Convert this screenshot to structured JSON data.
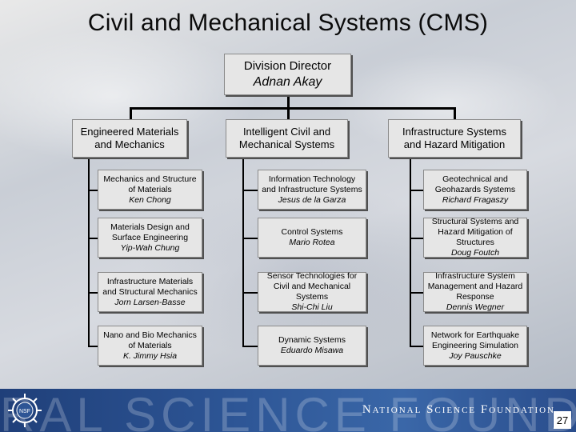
{
  "title": "Civil and Mechanical Systems (CMS)",
  "director": {
    "role": "Division Director",
    "name": "Adnan Akay"
  },
  "columns": [
    {
      "header": "Engineered Materials and Mechanics",
      "items": [
        {
          "label": "Mechanics and Structure of Materials",
          "person": "Ken Chong"
        },
        {
          "label": "Materials Design and Surface Engineering",
          "person": "Yip-Wah Chung"
        },
        {
          "label": "Infrastructure Materials and Structural Mechanics",
          "person": "Jorn Larsen-Basse"
        },
        {
          "label": "Nano and Bio Mechanics of Materials",
          "person": "K. Jimmy Hsia"
        }
      ]
    },
    {
      "header": "Intelligent Civil and Mechanical Systems",
      "items": [
        {
          "label": "Information Technology and Infrastructure Systems",
          "person": "Jesus de la Garza"
        },
        {
          "label": "Control Systems",
          "person": "Mario Rotea"
        },
        {
          "label": "Sensor Technologies for Civil and Mechanical Systems",
          "person": "Shi-Chi Liu"
        },
        {
          "label": "Dynamic Systems",
          "person": "Eduardo Misawa"
        }
      ]
    },
    {
      "header": "Infrastructure Systems and Hazard Mitigation",
      "items": [
        {
          "label": "Geotechnical and Geohazards Systems",
          "person": "Richard Fragaszy"
        },
        {
          "label": "Structural Systems and Hazard Mitigation of Structures",
          "person": "Doug Foutch"
        },
        {
          "label": "Infrastructure System Management and Hazard Response",
          "person": "Dennis Wegner"
        },
        {
          "label": "Network for Earthquake Engineering Simulation",
          "person": "Joy Pauschke"
        }
      ]
    }
  ],
  "footer": {
    "watermark": "RAL SCIENCE FOUNDATION",
    "organization": "National Science Foundation",
    "logo_text": "NSF",
    "page_number": "27"
  },
  "colors": {
    "box_fill": "#e6e6e6",
    "footer_blue": "#2d5595",
    "line": "#000000"
  }
}
